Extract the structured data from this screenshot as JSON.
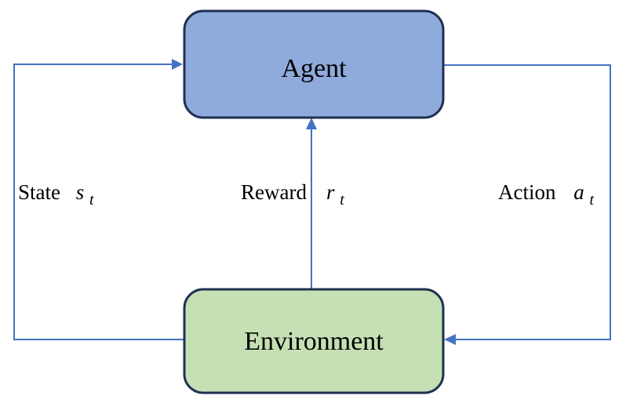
{
  "diagram": {
    "colors": {
      "background": "#ffffff",
      "agent_fill": "#8faadc",
      "environment_fill": "#c5e0b4",
      "node_border": "#1f3050",
      "arrow": "#4472c4",
      "text": "#000000"
    },
    "nodes": {
      "agent": {
        "label": "Agent"
      },
      "environment": {
        "label": "Environment"
      }
    },
    "edges": {
      "state": {
        "label": "State",
        "symbol": "s",
        "subscript": "t"
      },
      "reward": {
        "label": "Reward",
        "symbol": "r",
        "subscript": "t"
      },
      "action": {
        "label": "Action",
        "symbol": "a",
        "subscript": "t"
      }
    }
  }
}
